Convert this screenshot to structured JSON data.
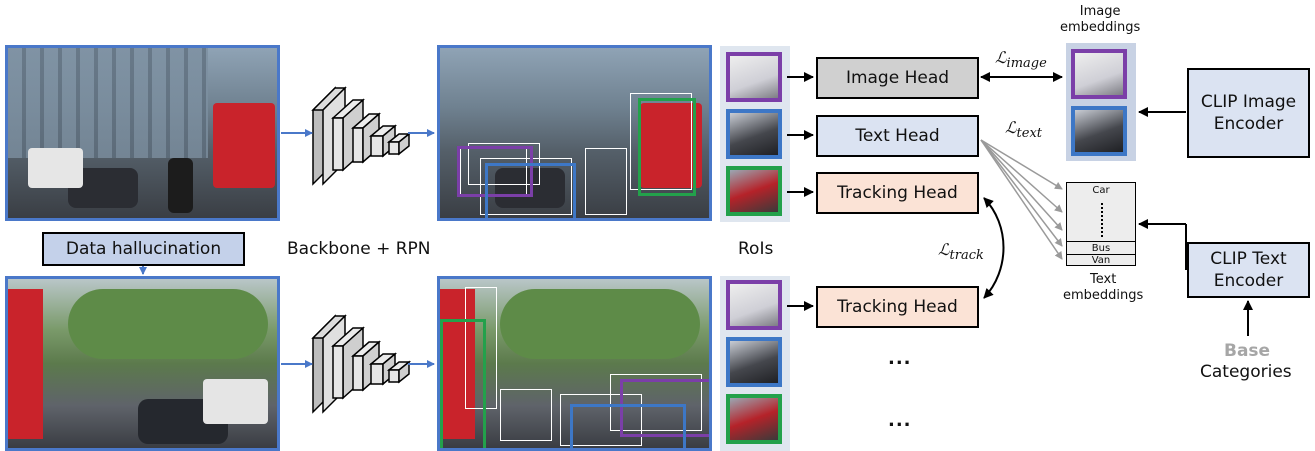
{
  "labels": {
    "data_hallucination": "Data hallucination",
    "backbone_rpn": "Backbone + RPN",
    "rois": "RoIs",
    "image_head": "Image Head",
    "text_head": "Text Head",
    "tracking_head_top": "Tracking Head",
    "tracking_head_bottom": "Tracking Head",
    "image_embeddings": "Image\nembeddings",
    "text_embeddings": "Text\nembeddings",
    "clip_image_encoder": "CLIP Image\nEncoder",
    "clip_text_encoder": "CLIP Text\nEncoder",
    "base": "Base",
    "categories": "Categories",
    "dots_1": "...",
    "dots_2": "...",
    "emb_car": "Car",
    "emb_bus": "Bus",
    "emb_van": "Van"
  },
  "losses": {
    "image_main": "ℒ",
    "image_sub": "image",
    "text_main": "ℒ",
    "text_sub": "text",
    "track_main": "ℒ",
    "track_sub": "track"
  },
  "colors": {
    "frame_blue": "#4a78c9",
    "roi_purple": "#7b3fa8",
    "roi_blue": "#3d77c6",
    "roi_green": "#23a14b",
    "image_head_fill": "#d0d0d0",
    "text_head_fill": "#dbe3f2",
    "tracking_head_fill": "#fbe3d6",
    "clip_fill": "#dbe3f2",
    "emb_panel": "#c8d2e4",
    "base_gray": "#a6a6a6"
  }
}
